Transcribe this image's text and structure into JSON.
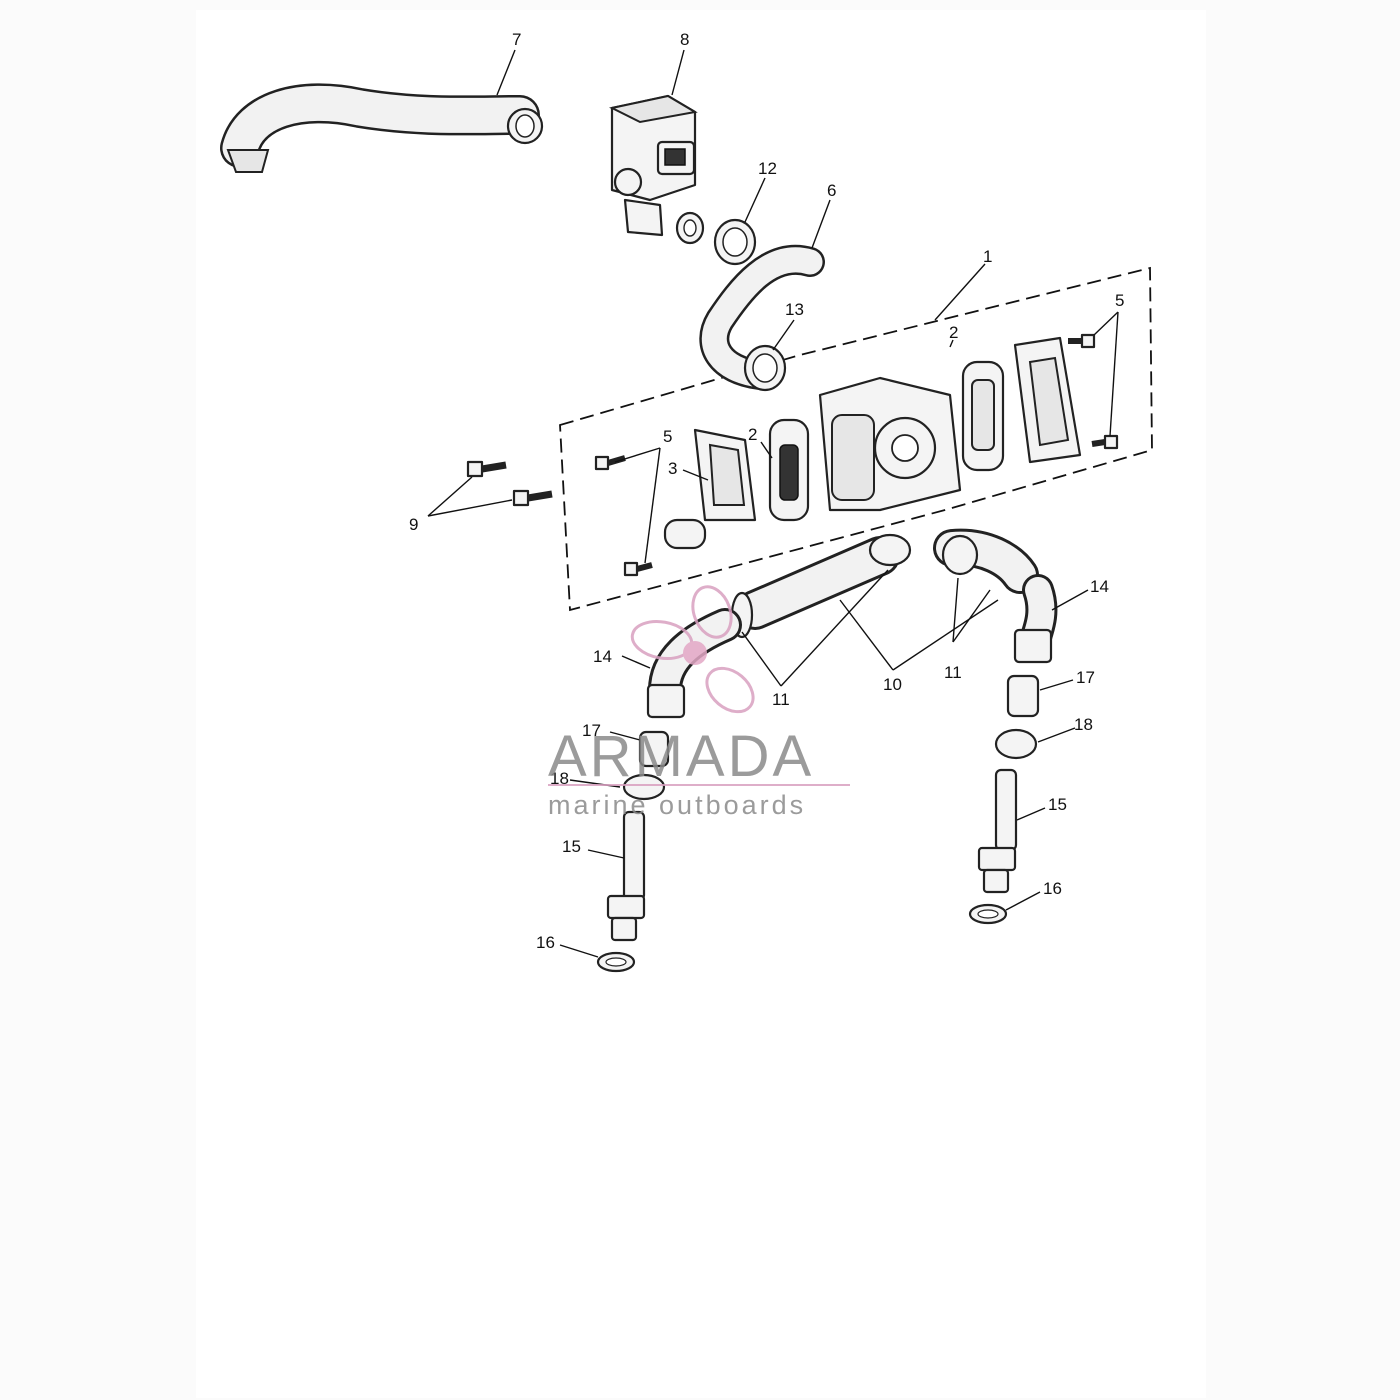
{
  "diagram": {
    "callouts": [
      "1",
      "2",
      "2",
      "3",
      "5",
      "5",
      "6",
      "7",
      "8",
      "9",
      "10",
      "11",
      "11",
      "12",
      "13",
      "14",
      "14",
      "15",
      "15",
      "16",
      "16",
      "17",
      "17",
      "18",
      "18"
    ]
  },
  "watermark": {
    "brand": "ARMADA",
    "tagline": "marine outboards",
    "color": "#d9a0c0"
  }
}
